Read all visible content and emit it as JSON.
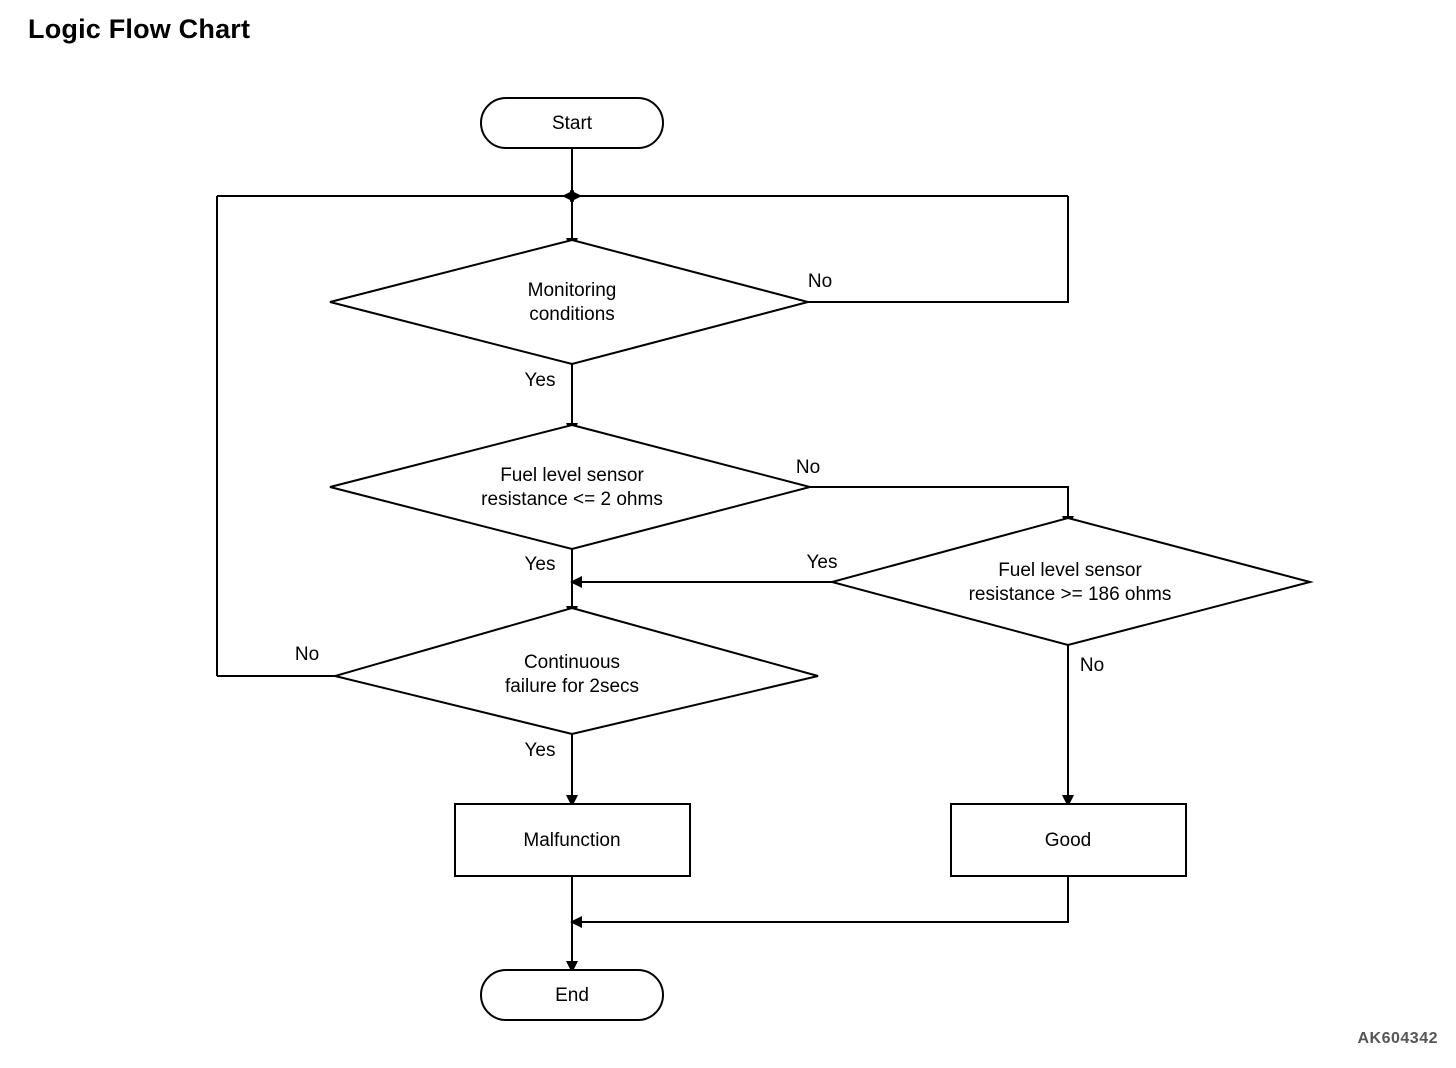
{
  "page_title": "Logic Flow Chart",
  "watermark": "AK604342",
  "chart_data": {
    "type": "diagram",
    "title": "Logic Flow Chart",
    "diagram_kind": "flowchart",
    "nodes": [
      {
        "id": "start",
        "shape": "terminator",
        "label": "Start"
      },
      {
        "id": "monitoring",
        "shape": "decision",
        "label_line1": "Monitoring",
        "label_line2": "conditions"
      },
      {
        "id": "res_low",
        "shape": "decision",
        "label_line1": "Fuel level sensor",
        "label_line2": "resistance <= 2 ohms"
      },
      {
        "id": "res_high",
        "shape": "decision",
        "label_line1": "Fuel level sensor",
        "label_line2": "resistance >= 186 ohms"
      },
      {
        "id": "continuous",
        "shape": "decision",
        "label_line1": "Continuous",
        "label_line2": "failure for 2secs"
      },
      {
        "id": "malfunction",
        "shape": "process",
        "label": "Malfunction"
      },
      {
        "id": "good",
        "shape": "process",
        "label": "Good"
      },
      {
        "id": "end",
        "shape": "terminator",
        "label": "End"
      }
    ],
    "edges": [
      {
        "from": "start",
        "to": "monitoring",
        "label": ""
      },
      {
        "from": "monitoring",
        "to": "loop_top",
        "label": "No"
      },
      {
        "from": "monitoring",
        "to": "res_low",
        "label": "Yes"
      },
      {
        "from": "res_low",
        "to": "res_high",
        "label": "No"
      },
      {
        "from": "res_low",
        "to": "continuous",
        "label": "Yes"
      },
      {
        "from": "res_high",
        "to": "continuous",
        "label": "Yes"
      },
      {
        "from": "res_high",
        "to": "good",
        "label": "No"
      },
      {
        "from": "continuous",
        "to": "loop_top",
        "label": "No"
      },
      {
        "from": "continuous",
        "to": "malfunction",
        "label": "Yes"
      },
      {
        "from": "malfunction",
        "to": "end",
        "label": ""
      },
      {
        "from": "good",
        "to": "end",
        "label": ""
      }
    ],
    "edge_labels": {
      "monitoring_no": "No",
      "monitoring_yes": "Yes",
      "res_low_no": "No",
      "res_low_yes": "Yes",
      "res_high_yes": "Yes",
      "res_high_no": "No",
      "continuous_no": "No",
      "continuous_yes": "Yes"
    },
    "colors": {
      "stroke": "#000000",
      "fill": "#ffffff",
      "text": "#000000"
    }
  }
}
